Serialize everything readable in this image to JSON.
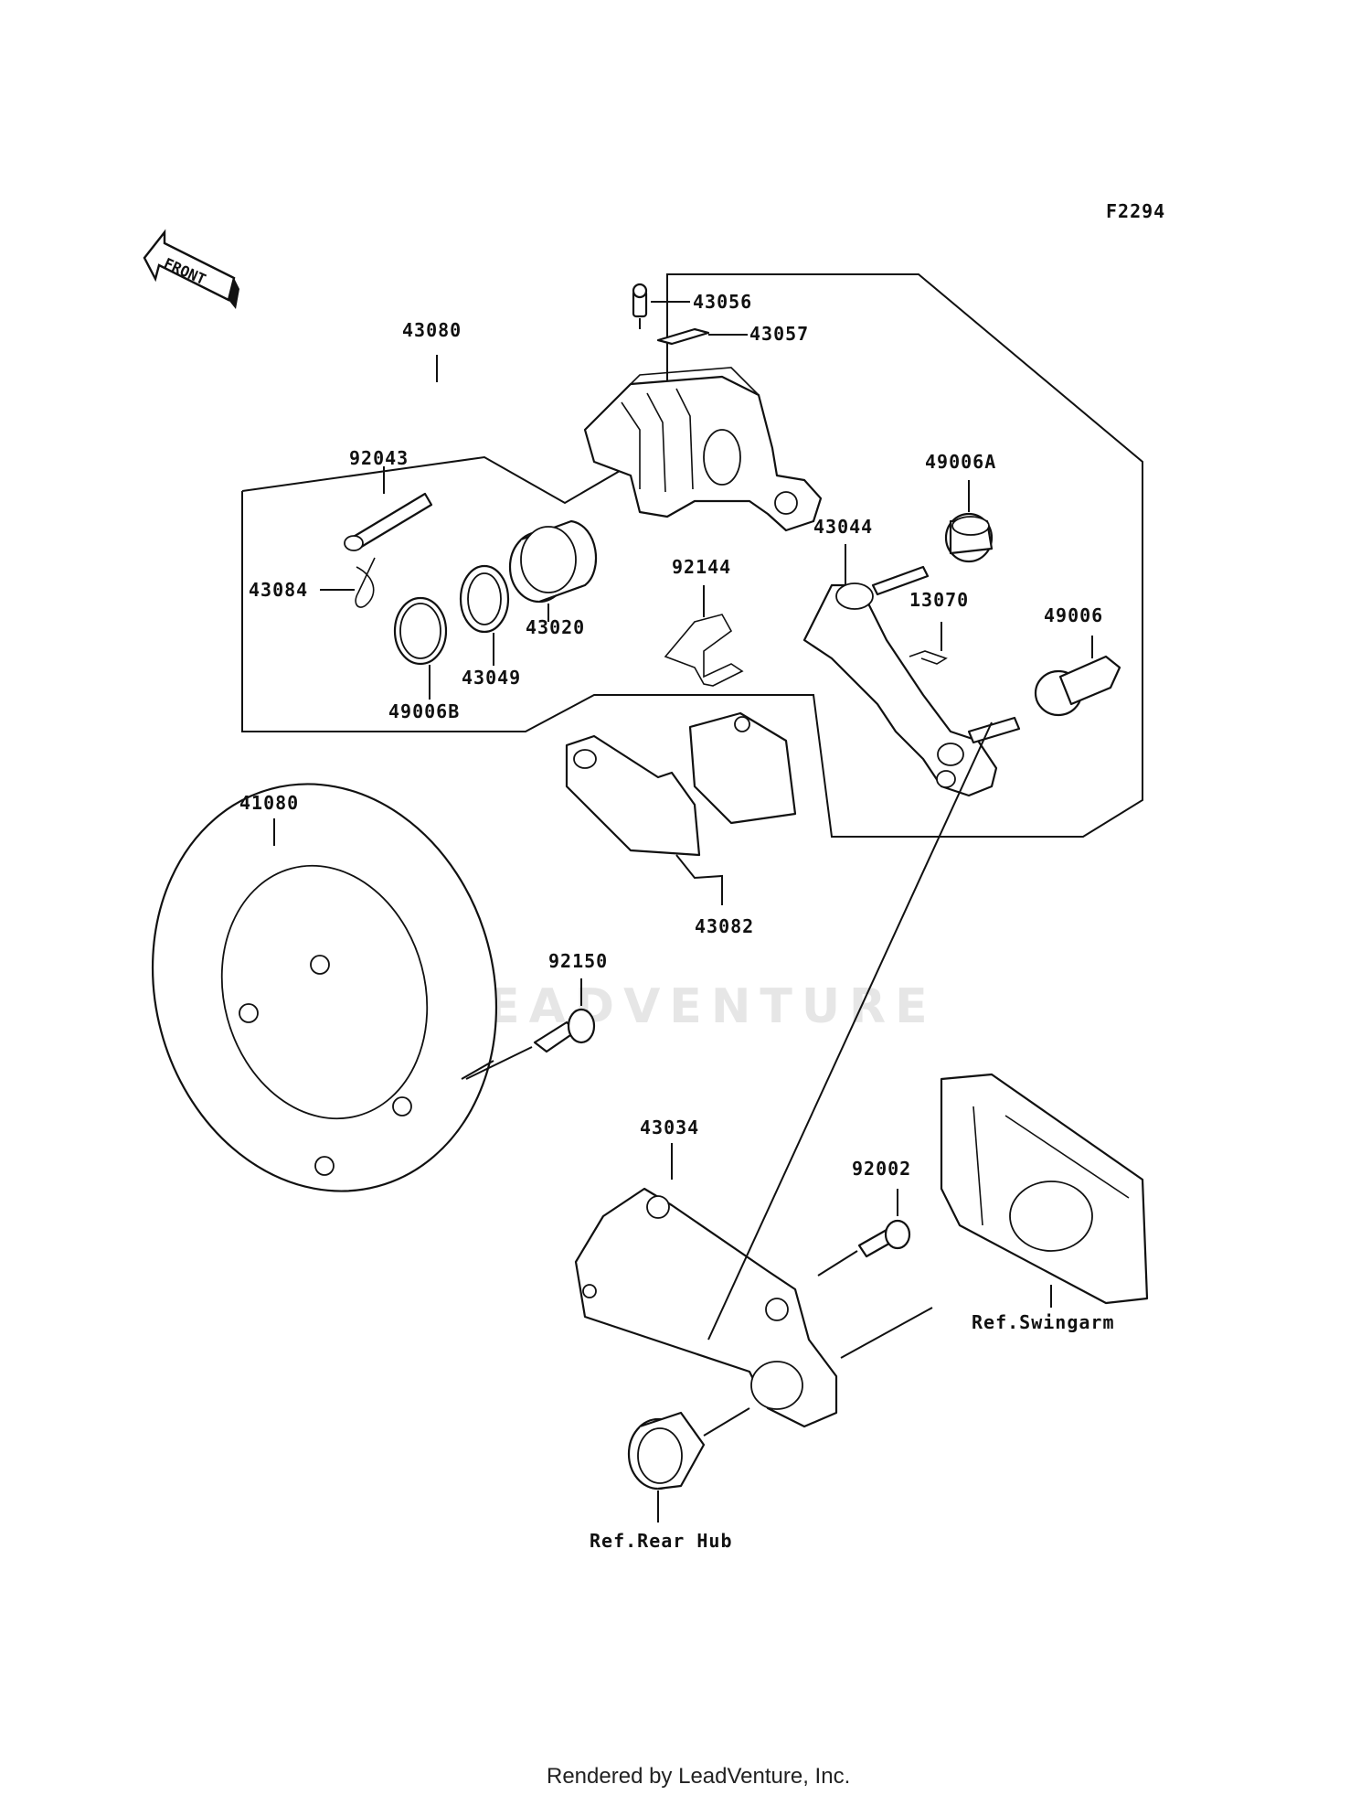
{
  "figure_code": "F2294",
  "front_label": "FRONT",
  "watermark": "LEADVENTURE",
  "footer": "Rendered by LeadVenture, Inc.",
  "parts": {
    "p43080": "43080",
    "p43056": "43056",
    "p43057": "43057",
    "p92043": "92043",
    "p43084": "43084",
    "p43020": "43020",
    "p43049": "43049",
    "p49006B": "49006B",
    "p92144": "92144",
    "p43044": "43044",
    "p49006A": "49006A",
    "p13070": "13070",
    "p49006": "49006",
    "p43082": "43082",
    "p41080": "41080",
    "p92150": "92150",
    "p43034": "43034",
    "p92002": "92002"
  },
  "references": {
    "swingarm": "Ref.Swingarm",
    "rear_hub": "Ref.Rear Hub"
  }
}
